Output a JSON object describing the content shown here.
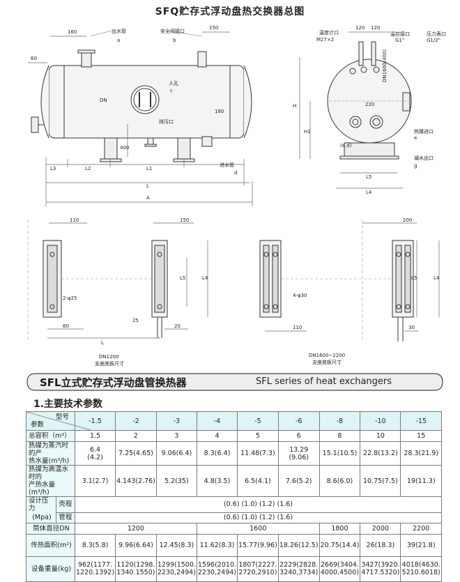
{
  "page": {
    "title": "SFQ贮存式浮动盘热交换器总图",
    "banner_cn": "SFL立式贮存式浮动盘管换热器",
    "banner_en": "SFL series of heat exchangers",
    "section_title": "1.主要技术参数"
  },
  "drawing_labels": {
    "outlet": "出水管",
    "safety_valve": "安全阀接口",
    "manhole": "人孔",
    "drain": "排污口",
    "inlet": "进水管",
    "thermometer": "温度计口",
    "temp_ctrl": "温控接口",
    "pressure": "压力表口",
    "heat_in": "热媒进口",
    "condensate": "凝水出口",
    "m27": "M27×2",
    "g1": "G1\"",
    "g12": "G1/2\"",
    "dn": "DN",
    "dn_full": "DN1600(400)",
    "d160": "160",
    "d150": "150",
    "d60": "60",
    "d400": "400",
    "d120": "120",
    "d220": "220",
    "d110": "110",
    "d200": "200",
    "d25": "25",
    "d20": "20",
    "d30": "30",
    "L": "L",
    "L1": "L1",
    "L2": "L2",
    "L3": "L3",
    "L4": "L4",
    "L5": "L5",
    "A": "A",
    "H": "H",
    "H1": "H1",
    "a": "a",
    "b": "b",
    "c": "c",
    "d": "d",
    "e": "e",
    "g": "g",
    "ed": "(e,d)",
    "bolt1": "2-φ25",
    "bolt2": "4-φ30",
    "note1a": "DN1200",
    "note1b": "支座底板尺寸",
    "note2a": "DN1600~2200",
    "note2b": "支座底板尺寸"
  },
  "table": {
    "model_label": "型号",
    "param_label": "参数",
    "models": [
      "-1.5",
      "-2",
      "-3",
      "-4",
      "-5",
      "-6",
      "-8",
      "-10",
      "-15"
    ],
    "volume_label": "总容积（m³）",
    "volume": [
      "1.5",
      "2",
      "3",
      "4",
      "5",
      "6",
      "8",
      "10",
      "15"
    ],
    "steam_label_1": "热媒为蒸汽时的产",
    "steam_label_2": "热水量(m³/h)",
    "steam": [
      [
        "6.4",
        "(4.2)"
      ],
      [
        "7.25(4.65)"
      ],
      [
        "9.06(6.4)"
      ],
      [
        "8.3(6.4)"
      ],
      [
        "11.48(7.3)"
      ],
      [
        "13.29",
        "(9.06)"
      ],
      [
        "15.1(10.5)"
      ],
      [
        "22.8(13.2)"
      ],
      [
        "28.3(21.9)"
      ]
    ],
    "hotwater_label_1": "热媒为高温水时的",
    "hotwater_label_2": "产热水量(m³/h)",
    "hotwater": [
      "3.1(2.7)",
      "4.143(2.76)",
      "5.2(35)",
      "4.8(3.5)",
      "6.5(4.1)",
      "7.6(5.2)",
      "8.6(6.0)",
      "10.75(7.5)",
      "19(11.3)"
    ],
    "pressure_label_1": "设计压力",
    "pressure_label_2": "(Mpa)",
    "shell_label": "壳程",
    "tube_label": "管程",
    "shell_value": "(0.6) (1.0) (1.2) (1.6)",
    "tube_value": "(0.6) (1.0) (1.2) (1.6)",
    "diameter_label": "筒体直径DN",
    "diameters": [
      "1200",
      "1600",
      "1800",
      "2000",
      "2200"
    ],
    "area_label": "传热面积(m²)",
    "area": [
      "8.3(5.8)",
      "9.96(6.64)",
      "12.45(8.3)",
      "11.62(8.3)",
      "15.77(9.96)",
      "18.26(12.5)",
      "20.75(14.4)",
      "26(18.3)",
      "39(21.8)"
    ],
    "weight_label": "设备重量(kg)",
    "weight": [
      [
        "962(1177.",
        "1220.1392)"
      ],
      [
        "1120(1298.",
        "1340.1550)"
      ],
      [
        "1299(1500.",
        "2230,2494)"
      ],
      [
        "1596(2010.",
        "2230,2494)"
      ],
      [
        "1807(2227.",
        "2720,2910)"
      ],
      [
        "2229(2828.",
        "3240,3734)"
      ],
      [
        "2669(3404.",
        "4000,4500)"
      ],
      [
        "3427(3920.",
        "4717.5320)"
      ],
      [
        "4018(4630.",
        "5210.6018)"
      ]
    ]
  }
}
